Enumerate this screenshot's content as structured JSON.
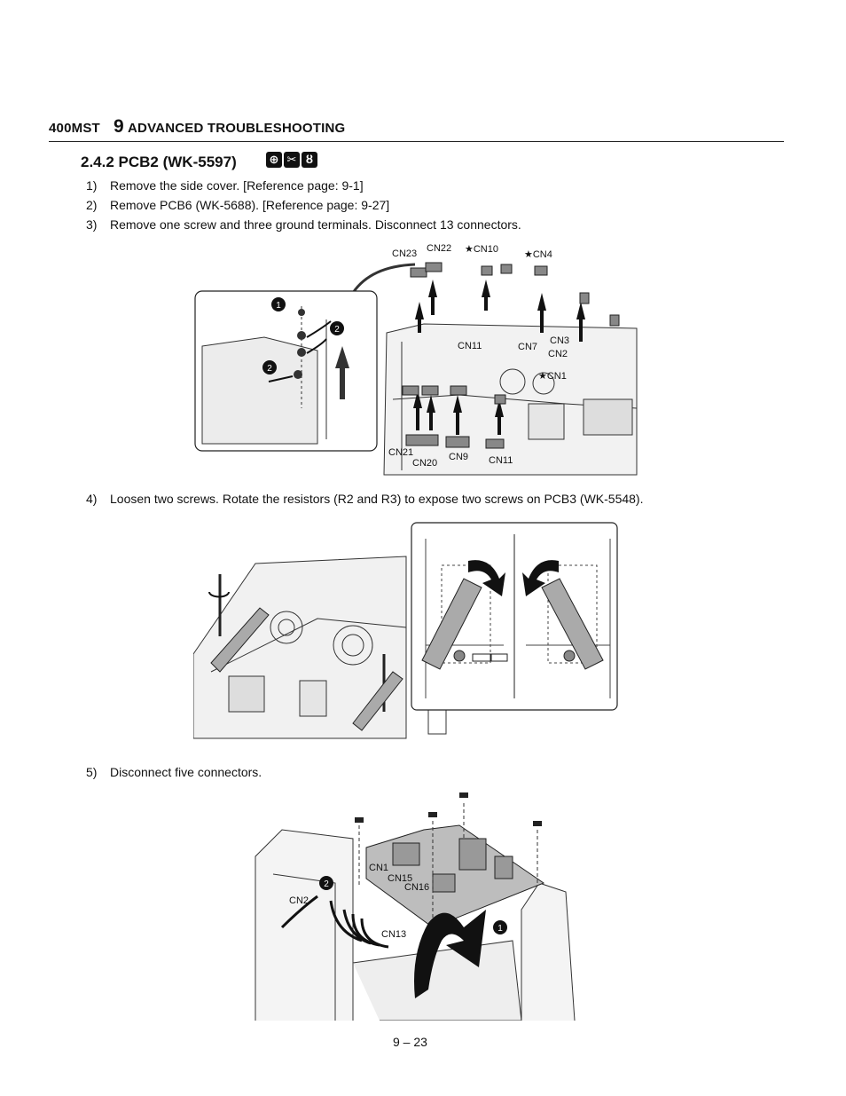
{
  "header": {
    "model": "400MST",
    "chapter_number": "9",
    "chapter_title": "ADVANCED TROUBLESHOOTING"
  },
  "section": {
    "title": "2.4.2  PCB2 (WK-5597)",
    "tool_icons": [
      "screwdriver-icon",
      "pliers-icon",
      "wrench-icon"
    ]
  },
  "steps": [
    {
      "num": "1)",
      "text": "Remove the side cover. [Reference page: 9-1]"
    },
    {
      "num": "2)",
      "text": "Remove PCB6 (WK-5688). [Reference page: 9-27]"
    },
    {
      "num": "3)",
      "text": "Remove one screw and three ground terminals. Disconnect 13 connectors."
    },
    {
      "num": "4)",
      "text": "Loosen two screws. Rotate the resistors (R2 and R3) to expose two screws on PCB3 (WK-5548)."
    },
    {
      "num": "5)",
      "text": "Disconnect five connectors."
    }
  ],
  "figure1": {
    "labels": {
      "cn23": "CN23",
      "cn22": "CN22",
      "cn10": "★CN10",
      "cn4": "★CN4",
      "cn11a": "CN11",
      "cn7": "CN7",
      "cn3": "CN3",
      "cn2": "CN2",
      "cn1": "★CN1",
      "cn21": "CN21",
      "cn20": "CN20",
      "cn9": "CN9",
      "cn11b": "CN11"
    },
    "callouts": {
      "one": "1",
      "two_a": "2",
      "two_b": "2"
    }
  },
  "figure3": {
    "labels": {
      "cn1": "CN1",
      "cn15": "CN15",
      "cn16": "CN16",
      "cn2": "CN2",
      "cn13": "CN13"
    },
    "callouts": {
      "one": "1",
      "two": "2"
    }
  },
  "page_number": "9 – 23"
}
